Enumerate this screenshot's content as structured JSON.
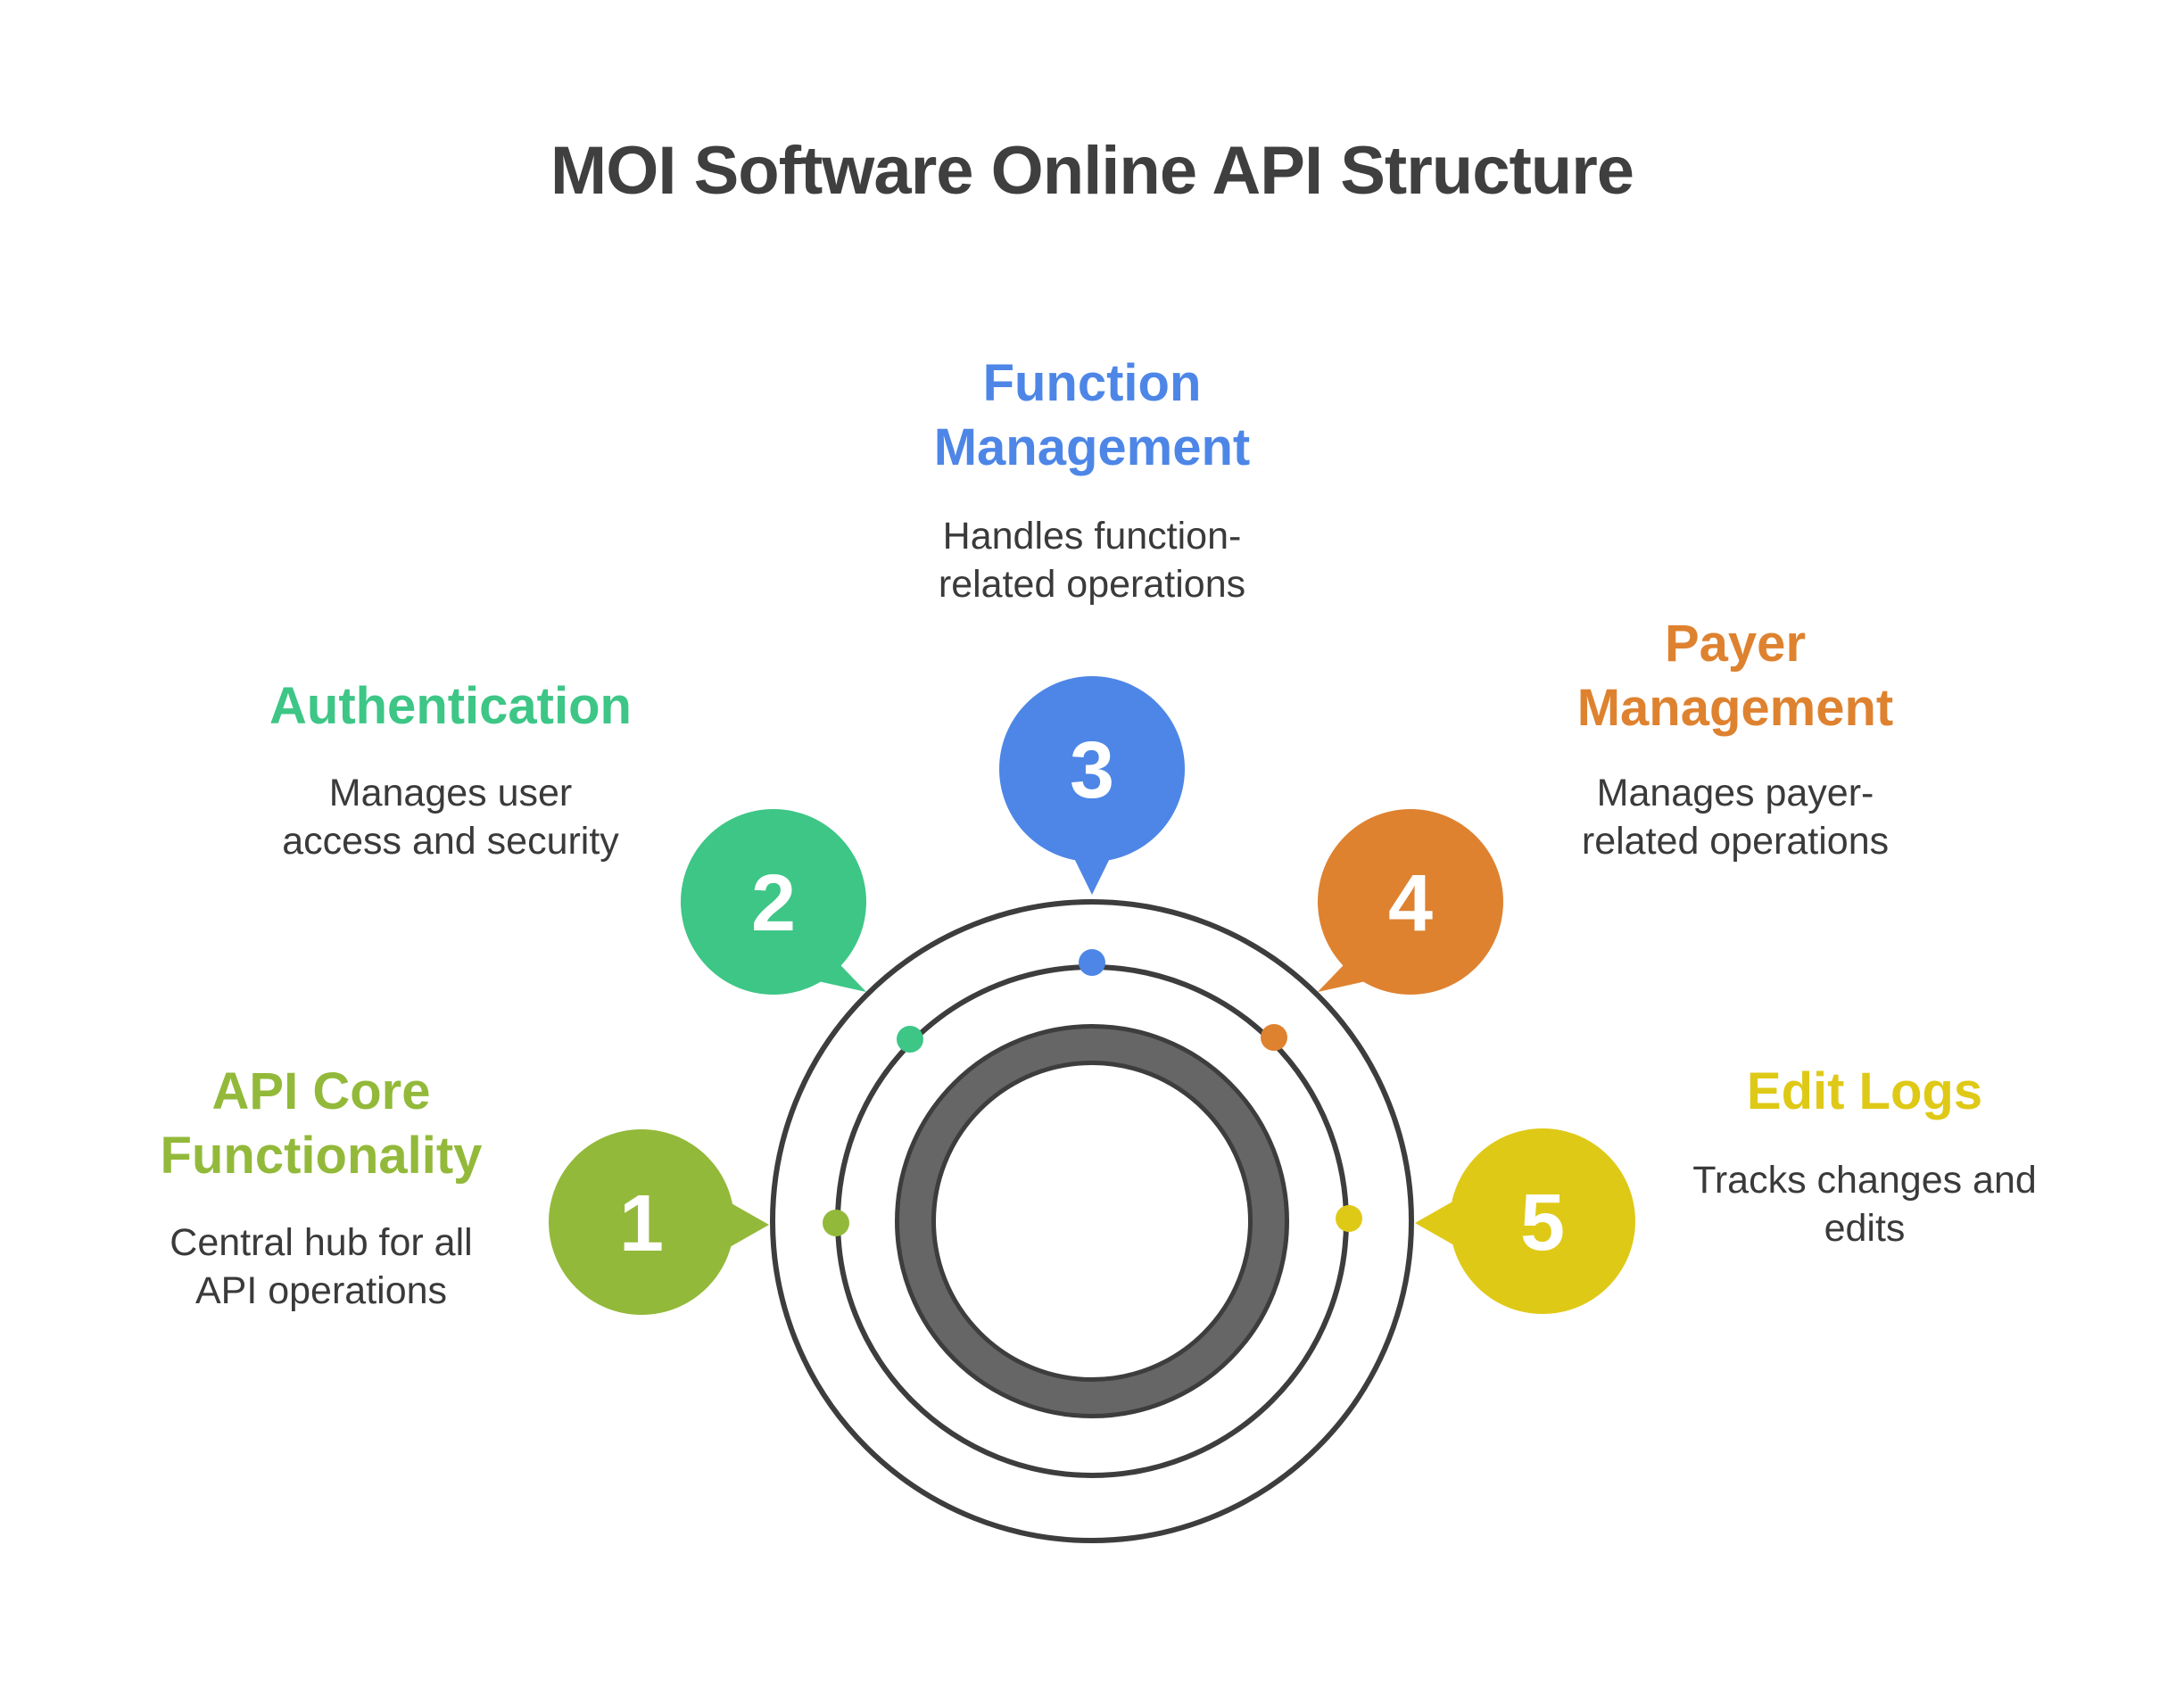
{
  "title": "MOI Software Online API Structure",
  "steps": [
    {
      "number": "1",
      "label_line1": "API Core",
      "label_line2": "Functionality",
      "desc_line1": "Central hub for all",
      "desc_line2": "API operations",
      "color": "#93B93A"
    },
    {
      "number": "2",
      "label_line1": "Authentication",
      "label_line2": "",
      "desc_line1": "Manages user",
      "desc_line2": "access and security",
      "color": "#3DC686"
    },
    {
      "number": "3",
      "label_line1": "Function",
      "label_line2": "Management",
      "desc_line1": "Handles function-",
      "desc_line2": "related operations",
      "color": "#4D86E6"
    },
    {
      "number": "4",
      "label_line1": "Payer",
      "label_line2": "Management",
      "desc_line1": "Manages payer-",
      "desc_line2": "related operations",
      "color": "#DE8230"
    },
    {
      "number": "5",
      "label_line1": "Edit Logs",
      "label_line2": "",
      "desc_line1": "Tracks changes and",
      "desc_line2": "edits",
      "color": "#DFC917"
    }
  ],
  "ring_color": "#3d3d3d",
  "core_color": "#666666"
}
